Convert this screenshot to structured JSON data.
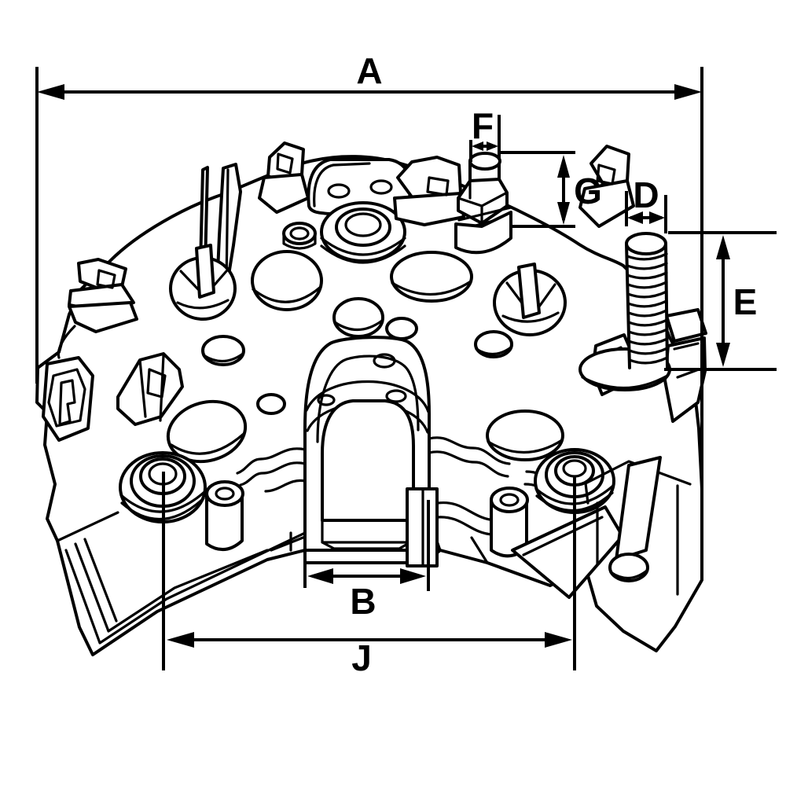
{
  "figure": {
    "kind": "technical-line-drawing",
    "subject": "rectifier-plate-dimension-drawing",
    "colors": {
      "background": "#ffffff",
      "line": "#000000"
    },
    "dimensions": {
      "A": {
        "label": "A",
        "orientation": "horizontal",
        "position": "top-overall-width"
      },
      "F": {
        "label": "F",
        "orientation": "horizontal",
        "position": "terminal-stud-diameter"
      },
      "G": {
        "label": "G",
        "orientation": "vertical",
        "position": "terminal-stud-height"
      },
      "D": {
        "label": "D",
        "orientation": "horizontal",
        "position": "threaded-stud-diameter"
      },
      "E": {
        "label": "E",
        "orientation": "vertical",
        "position": "threaded-stud-length"
      },
      "B": {
        "label": "B",
        "orientation": "horizontal",
        "position": "connector-housing-width"
      },
      "J": {
        "label": "J",
        "orientation": "horizontal",
        "position": "boss-center-distance"
      }
    }
  }
}
